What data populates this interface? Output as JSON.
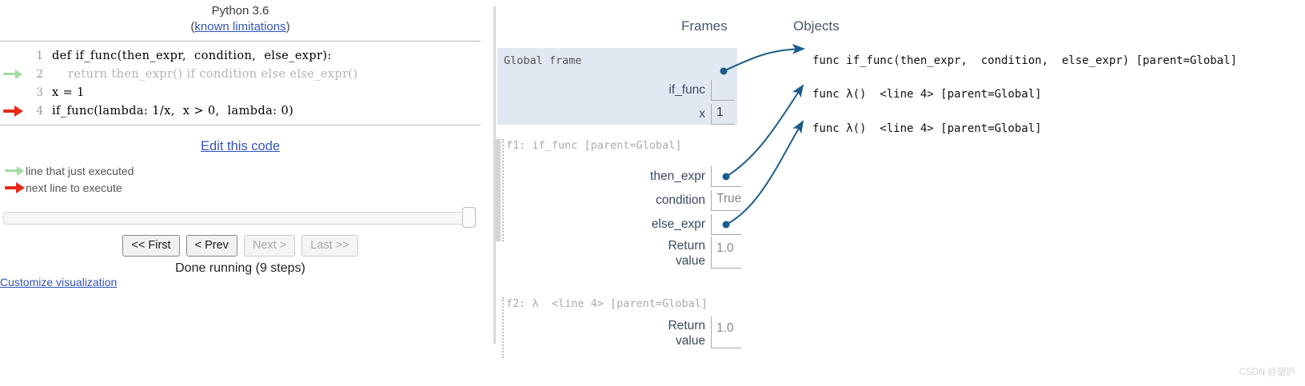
{
  "left": {
    "version_label": "Python 3.6",
    "limitations_open": "(",
    "limitations_link": "known limitations",
    "limitations_close": ")",
    "code_lines": [
      {
        "num": "1",
        "text": "def if_func(then_expr,  condition,  else_expr):",
        "arrow": "none",
        "dim": false
      },
      {
        "num": "2",
        "text": "    return then_expr() if condition else else_expr()",
        "arrow": "green",
        "dim": true
      },
      {
        "num": "3",
        "text": "x = 1",
        "arrow": "none",
        "dim": false
      },
      {
        "num": "4",
        "text": "if_func(lambda: 1/x,  x > 0,  lambda: 0)",
        "arrow": "red",
        "dim": false
      }
    ],
    "edit_code_label": "Edit this code",
    "legend": [
      {
        "arrow": "green",
        "label": "line that just executed"
      },
      {
        "arrow": "red",
        "label": "next line to execute"
      }
    ],
    "buttons": [
      {
        "label": "<< First",
        "disabled": false
      },
      {
        "label": "< Prev",
        "disabled": false
      },
      {
        "label": "Next >",
        "disabled": true
      },
      {
        "label": "Last >>",
        "disabled": true
      }
    ],
    "status": "Done running (9 steps)",
    "customize_label": "Customize visualization"
  },
  "viz": {
    "frames_heading": "Frames",
    "objects_heading": "Objects",
    "global_frame": {
      "title": "Global frame",
      "vars": [
        {
          "name": "if_func",
          "value": "",
          "is_pointer": true
        },
        {
          "name": "x",
          "value": "1",
          "is_pointer": false
        }
      ]
    },
    "frames": [
      {
        "tag": "f1: if_func [parent=Global]",
        "vars": [
          {
            "name": "then_expr",
            "value": "",
            "is_pointer": true
          },
          {
            "name": "condition",
            "value": "True",
            "is_pointer": false
          },
          {
            "name": "else_expr",
            "value": "",
            "is_pointer": true
          },
          {
            "name": "Return\nvalue",
            "value": "1.0",
            "is_pointer": false
          }
        ]
      },
      {
        "tag": "f2: λ  <line 4> [parent=Global]",
        "vars": [
          {
            "name": "Return\nvalue",
            "value": "1.0",
            "is_pointer": false
          }
        ]
      }
    ],
    "objects": [
      "func if_func(then_expr,  condition,  else_expr) [parent=Global]",
      "func λ()  <line 4> [parent=Global]",
      "func λ()  <line 4> [parent=Global]"
    ],
    "accent_color": "#1c5c8c",
    "frame_bg": "#e2e8f2"
  },
  "watermark": "CSDN @望庐"
}
